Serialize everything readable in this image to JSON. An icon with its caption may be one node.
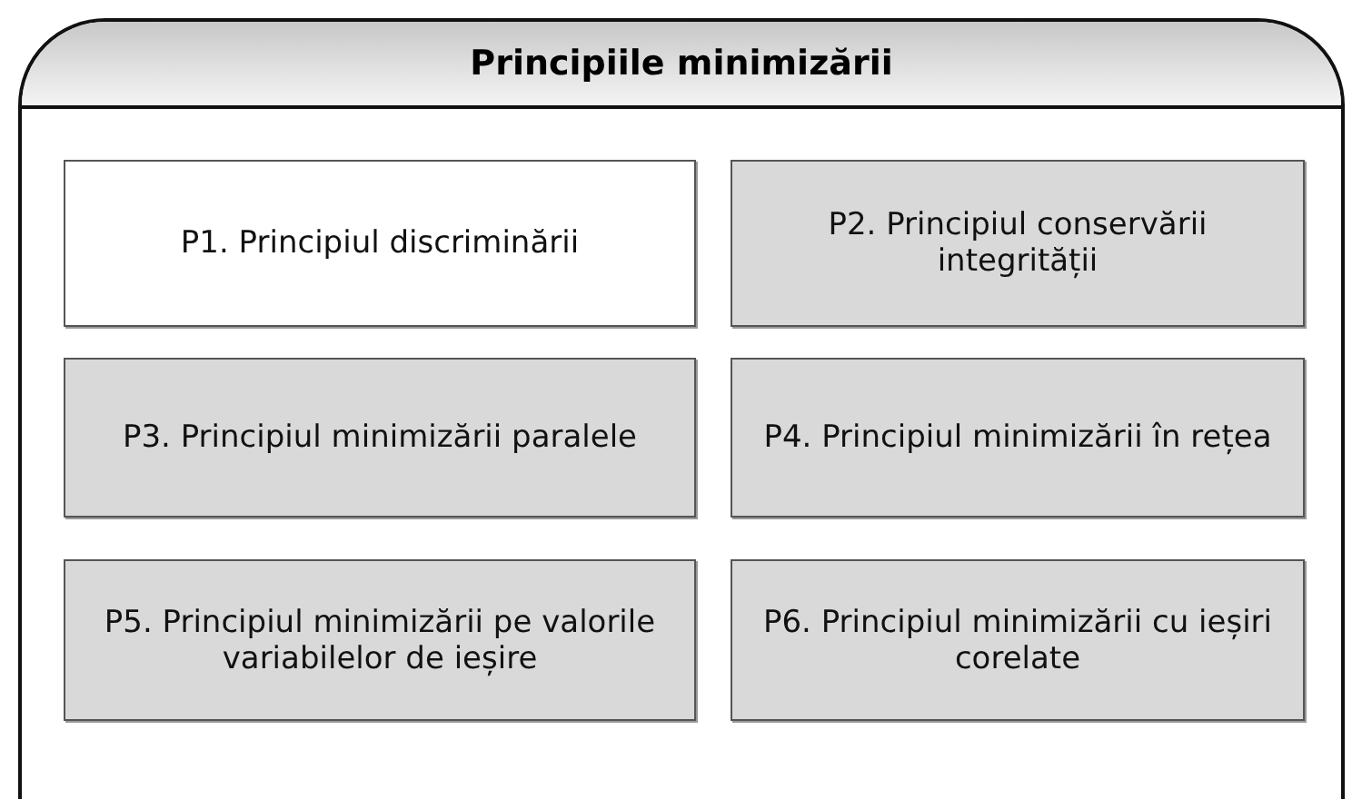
{
  "diagram": {
    "nodes": [
      {
        "text": [
          "Principiile minimizării"
        ]
      },
      {
        "text": [
          "P1. Principiul discriminării"
        ],
        "in": 0
      },
      {
        "text": [
          "P2. Principiul conservării integrității"
        ],
        "in": 0
      },
      {
        "text": [
          "P3. Principiul minimizării paralele"
        ],
        "in": 0
      },
      {
        "text": [
          "P4. Principiul minimizării în rețea"
        ],
        "in": 0
      },
      {
        "text": [
          "P5. Principiul minimizării pe valorile  variabilelor de ieșire"
        ],
        "in": 0
      },
      {
        "text": [
          "P6. Principiul minimizării cu ieșiri corelate"
        ],
        "in": 0
      }
    ]
  }
}
